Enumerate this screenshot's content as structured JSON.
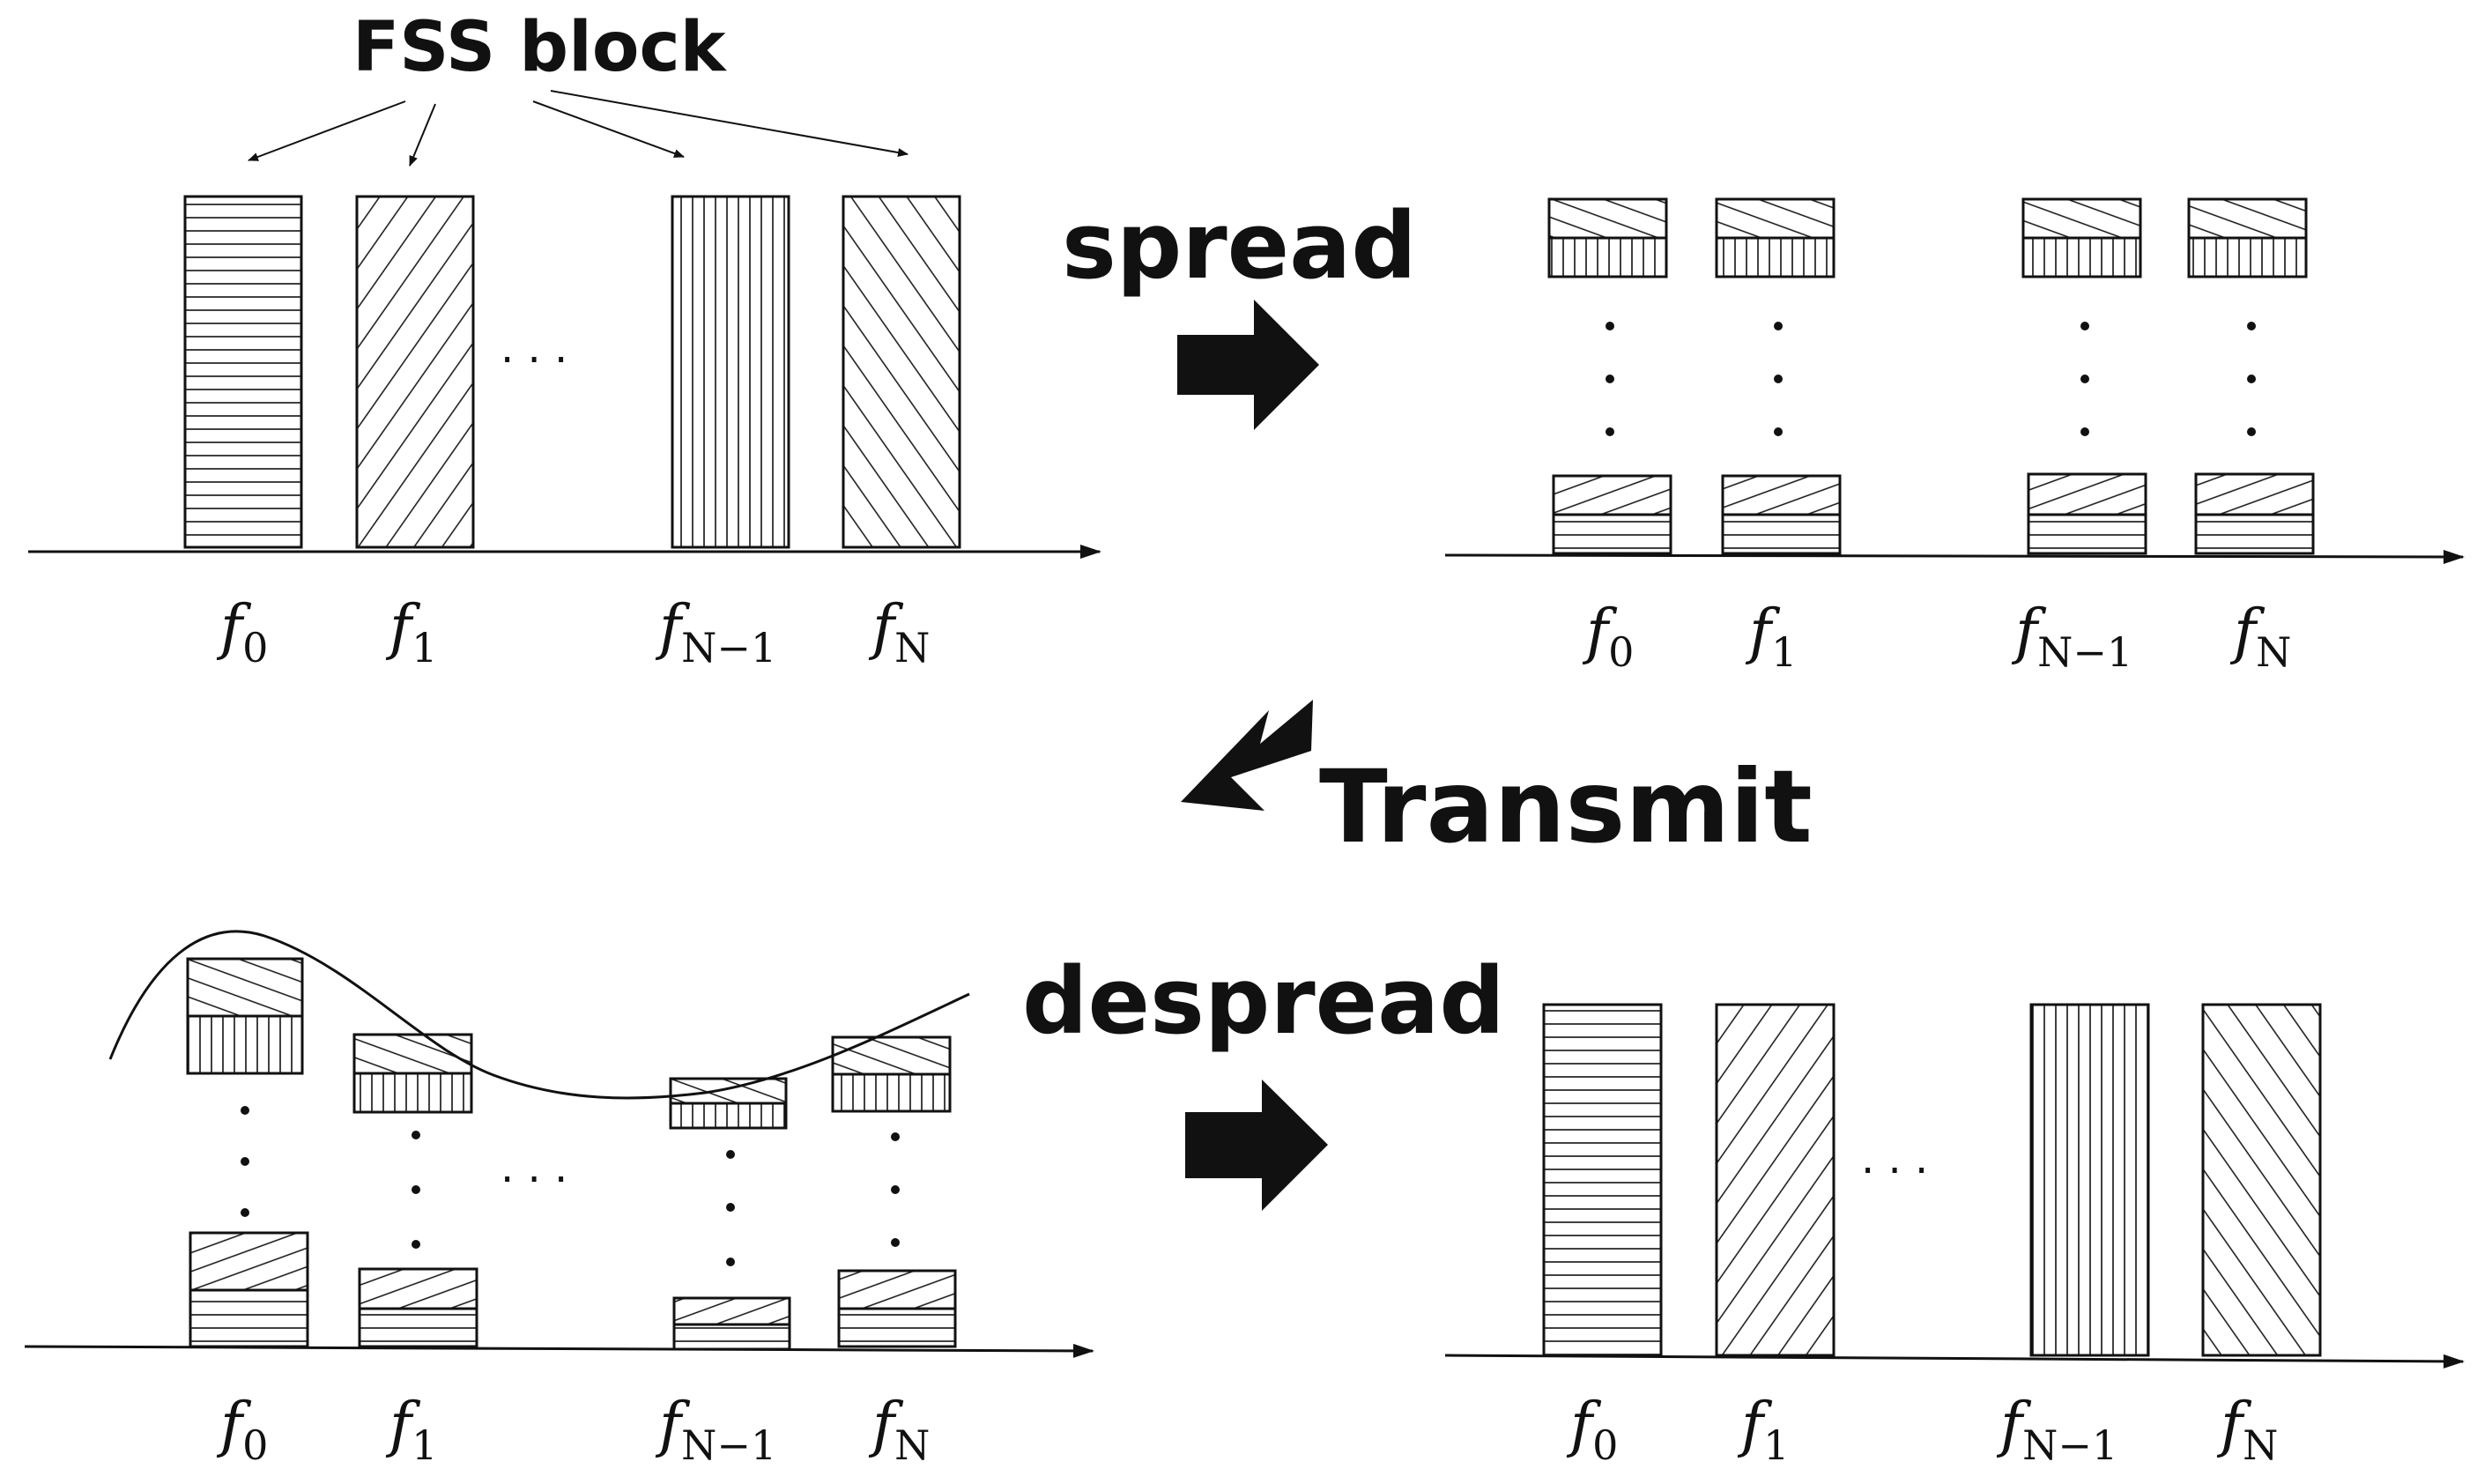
{
  "labels": {
    "fss_block": "FSS block",
    "spread": "spread",
    "transmit": "Transmit",
    "despread": "despread"
  },
  "frequencies": [
    {
      "base": "f",
      "sub": "0"
    },
    {
      "base": "f",
      "sub": "1"
    },
    {
      "base": "f",
      "sub": "N−1"
    },
    {
      "base": "f",
      "sub": "N"
    }
  ],
  "ellipsis": "· · ·",
  "colors": {
    "ink": "#111111",
    "background": "#ffffff"
  }
}
